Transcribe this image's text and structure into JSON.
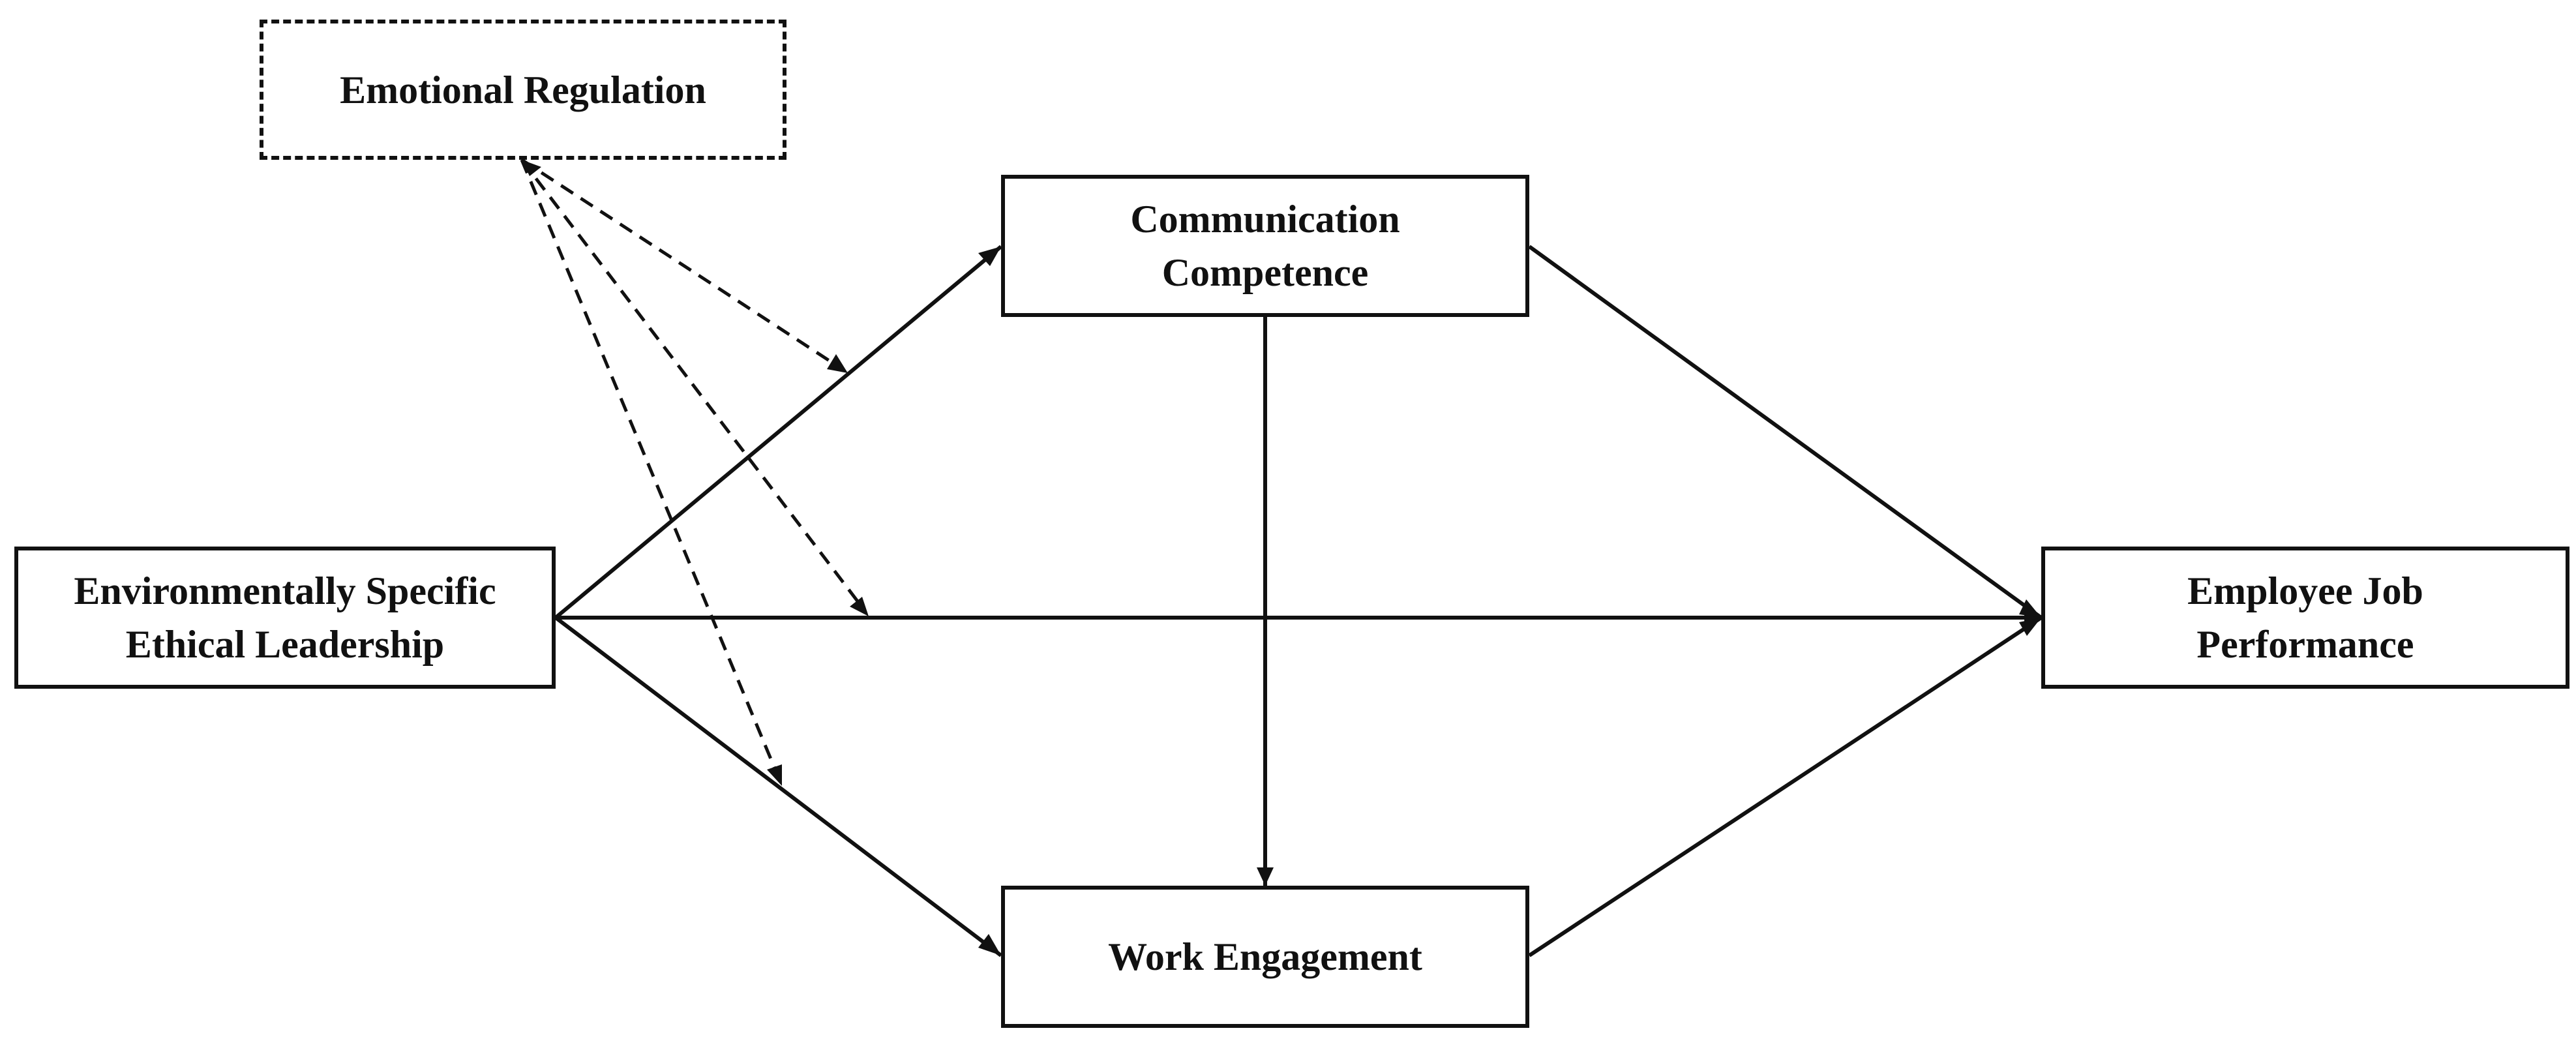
{
  "nodes": {
    "esel": {
      "line1": "Environmentally Specific",
      "line2": "Ethical Leadership"
    },
    "cc": {
      "line1": "Communication",
      "line2": "Competence"
    },
    "we": {
      "line1": "Work Engagement"
    },
    "ejp": {
      "line1": "Employee Job",
      "line2": "Performance"
    },
    "er": {
      "line1": "Emotional Regulation"
    }
  },
  "paths": {
    "solid": [
      {
        "from": "Environmentally Specific Ethical Leadership",
        "to": "Communication Competence"
      },
      {
        "from": "Environmentally Specific Ethical Leadership",
        "to": "Employee Job Performance"
      },
      {
        "from": "Environmentally Specific Ethical Leadership",
        "to": "Work Engagement"
      },
      {
        "from": "Communication Competence",
        "to": "Employee Job Performance"
      },
      {
        "from": "Communication Competence",
        "to": "Work Engagement"
      },
      {
        "from": "Work Engagement",
        "to": "Employee Job Performance"
      }
    ],
    "moderating": [
      {
        "from": "Emotional Regulation",
        "to": "path: Environmentally Specific Ethical Leadership → Communication Competence"
      },
      {
        "from": "Emotional Regulation",
        "to": "path: Environmentally Specific Ethical Leadership → Employee Job Performance"
      },
      {
        "from": "Emotional Regulation",
        "to": "path: Environmentally Specific Ethical Leadership → Work Engagement"
      }
    ]
  },
  "colors": {
    "stroke": "#111111",
    "background": "#ffffff"
  }
}
